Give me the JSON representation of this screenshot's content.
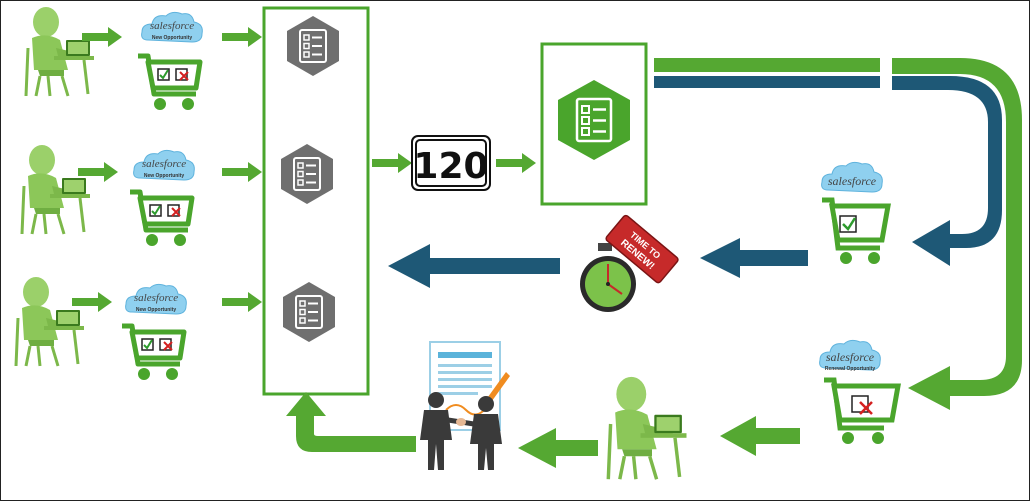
{
  "brand": "salesforce",
  "new_label": "New Opportunity",
  "renewal_label": "Renewal Opportunity",
  "counter": "120",
  "sign": {
    "line1": "TIME TO",
    "line2": "RENEW!"
  },
  "colors": {
    "green": "#55a832",
    "green_light": "#7cc24a",
    "blue": "#1e5876",
    "hex_gray": "#6f6f6f",
    "cloud": "#8fd0ef",
    "sign_red": "#c62a2a"
  },
  "icons": [
    "person-at-laptop-icon",
    "shopping-cart-icon",
    "checklist-hexagon-icon",
    "stopwatch-icon",
    "handshake-icon",
    "contract-document-icon",
    "salesforce-cloud-logo"
  ]
}
